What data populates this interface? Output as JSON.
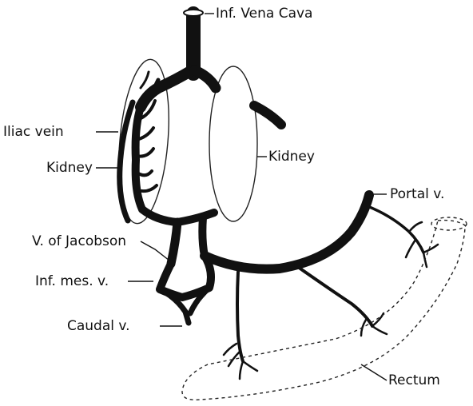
{
  "labels": {
    "inf_vena_cava": "Inf. Vena Cava",
    "iliac_vein": "Iliac vein",
    "kidney_left": "Kidney",
    "kidney_right": "Kidney",
    "portal_vein": "Portal v.",
    "vein_of_jacobson": "V. of Jacobson",
    "inf_mes_vein": "Inf. mes. v.",
    "caudal_vein": "Caudal v.",
    "rectum": "Rectum"
  },
  "colors": {
    "ink": "#111111",
    "background": "#ffffff"
  }
}
